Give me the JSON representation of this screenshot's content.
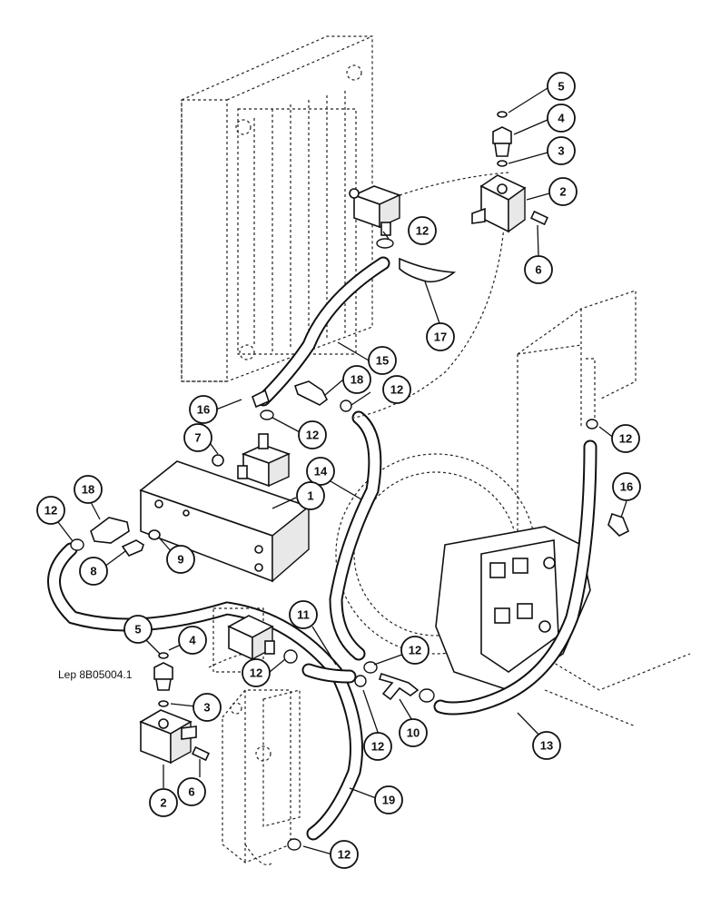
{
  "reference_code": "Lep 8B05004.1",
  "callouts": [
    {
      "id": "c5a",
      "label": "5"
    },
    {
      "id": "c4a",
      "label": "4"
    },
    {
      "id": "c3a",
      "label": "3"
    },
    {
      "id": "c2a",
      "label": "2"
    },
    {
      "id": "c6a",
      "label": "6"
    },
    {
      "id": "c12a",
      "label": "12"
    },
    {
      "id": "c17",
      "label": "17"
    },
    {
      "id": "c15",
      "label": "15"
    },
    {
      "id": "c18a",
      "label": "18"
    },
    {
      "id": "c12b",
      "label": "12"
    },
    {
      "id": "c16a",
      "label": "16"
    },
    {
      "id": "c12c",
      "label": "12"
    },
    {
      "id": "c7",
      "label": "7"
    },
    {
      "id": "c12d",
      "label": "12"
    },
    {
      "id": "c16b",
      "label": "16"
    },
    {
      "id": "c14",
      "label": "14"
    },
    {
      "id": "c1",
      "label": "1"
    },
    {
      "id": "c12e",
      "label": "12"
    },
    {
      "id": "c18b",
      "label": "18"
    },
    {
      "id": "c9",
      "label": "9"
    },
    {
      "id": "c8",
      "label": "8"
    },
    {
      "id": "c11",
      "label": "11"
    },
    {
      "id": "c5b",
      "label": "5"
    },
    {
      "id": "c4b",
      "label": "4"
    },
    {
      "id": "c12f",
      "label": "12"
    },
    {
      "id": "c12g",
      "label": "12"
    },
    {
      "id": "c3b",
      "label": "3"
    },
    {
      "id": "c12h",
      "label": "12"
    },
    {
      "id": "c10",
      "label": "10"
    },
    {
      "id": "c13",
      "label": "13"
    },
    {
      "id": "c2b",
      "label": "2"
    },
    {
      "id": "c6b",
      "label": "6"
    },
    {
      "id": "c19",
      "label": "19"
    },
    {
      "id": "c12i",
      "label": "12"
    }
  ]
}
